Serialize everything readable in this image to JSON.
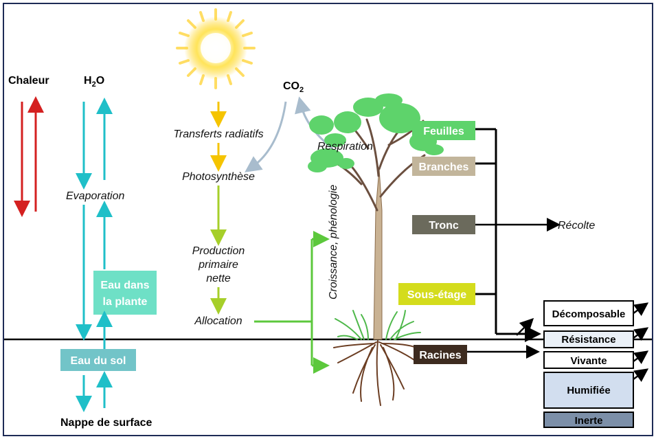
{
  "water": {
    "heat_label": "Chaleur",
    "h2o_label": "H",
    "h2o_sub": "2",
    "h2o_tail": "O",
    "evaporation": "Evaporation",
    "plant_water_line1": "Eau dans",
    "plant_water_line2": "la plante",
    "soil_water": "Eau du sol",
    "groundwater": "Nappe de surface"
  },
  "carbon": {
    "co2_label": "CO",
    "co2_sub": "2",
    "radiative": "Transferts radiatifs",
    "photosynthesis": "Photosynthèse",
    "npp_line1": "Production",
    "npp_line2": "primaire",
    "npp_line3": "nette",
    "allocation": "Allocation",
    "respiration": "Respiration",
    "growth": "Croissance, phénologie"
  },
  "compartments": {
    "leaves": "Feuilles",
    "branches": "Branches",
    "trunk": "Tronc",
    "understory": "Sous-étage",
    "roots": "Racines",
    "harvest": "Récolte"
  },
  "soil_pools": {
    "decomposable": "Décomposable",
    "resistant": "Résistance",
    "living": "Vivante",
    "humified": "Humifiée",
    "inert": "Inerte"
  },
  "colors": {
    "heat": "#d42020",
    "water": "#1fbfc8",
    "sun_flow": "#f5c400",
    "carbon_flow": "#a6cf2a",
    "allocation_flow": "#5cc83c",
    "co2_flow": "#a8bccd",
    "leaves_box": "#5ed36b",
    "branches_box": "#c2b59b",
    "trunk_box": "#6b6a5c",
    "understory_box": "#d4dc1c",
    "roots_box": "#3d2b1f",
    "plant_water_box": "#6ee0c6",
    "soil_water_box": "#72c4c8",
    "humified_box": "#d2deef",
    "inert_box": "#7c8fa8"
  }
}
